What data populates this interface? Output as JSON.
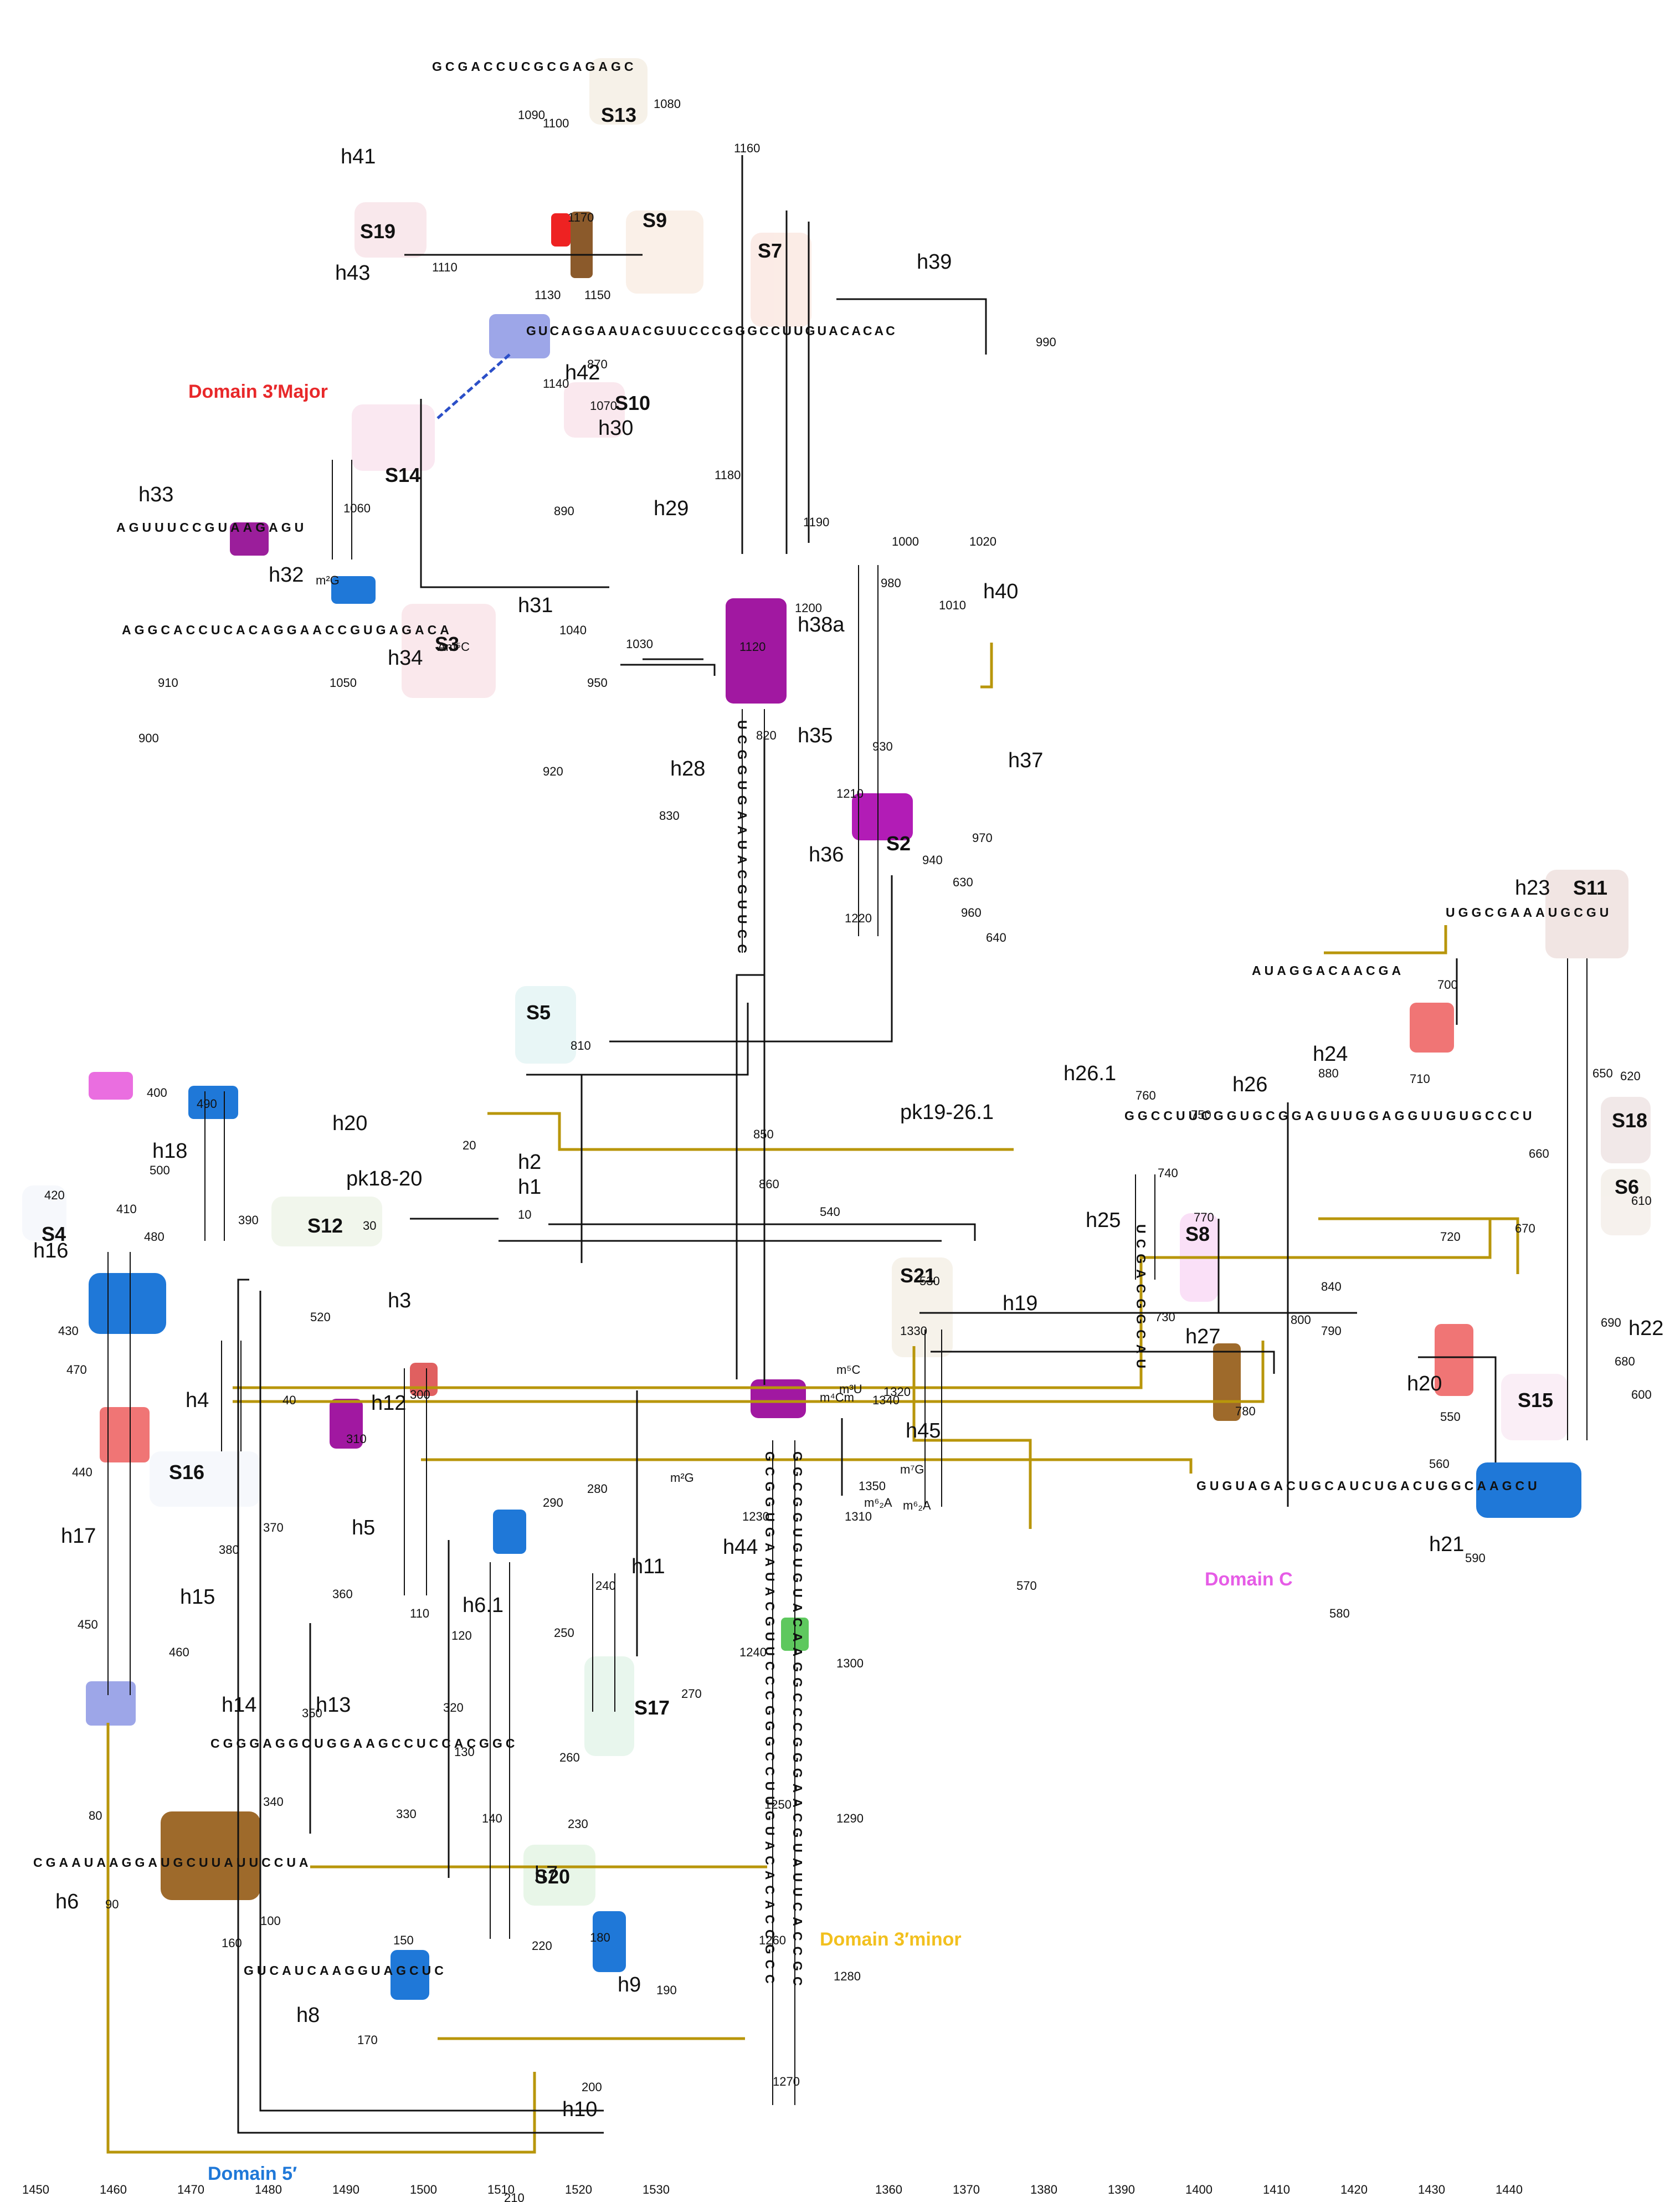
{
  "domains": [
    {
      "label": "Domain 3′Major",
      "color": "#e8282a"
    },
    {
      "label": "Domain C",
      "color": "#e65ce6"
    },
    {
      "label": "Domain 3′minor",
      "color": "#f2c01e"
    },
    {
      "label": "Domain 5′",
      "color": "#1f78d8"
    }
  ],
  "helices": [
    "h1",
    "h2",
    "h3",
    "h4",
    "h5",
    "h6",
    "h6.1",
    "h7",
    "h8",
    "h9",
    "h10",
    "h11",
    "h12",
    "h13",
    "h14",
    "h15",
    "h16",
    "h17",
    "h18",
    "h19",
    "h20",
    "h20",
    "h21",
    "h22",
    "h23",
    "h24",
    "h25",
    "h26",
    "h26.1",
    "h27",
    "h28",
    "h29",
    "h30",
    "h31",
    "h32",
    "h33",
    "h34",
    "h35",
    "h36",
    "h37",
    "h38a",
    "h39",
    "h40",
    "h41",
    "h42",
    "h43",
    "h44",
    "h45",
    "pk18-20",
    "pk19-26.1"
  ],
  "proteins": [
    "S2",
    "S3",
    "S4",
    "S5",
    "S6",
    "S7",
    "S8",
    "S9",
    "S10",
    "S11",
    "S12",
    "S13",
    "S14",
    "S15",
    "S16",
    "S17",
    "S18",
    "S19",
    "S20",
    "S21"
  ],
  "positions": [
    "10",
    "20",
    "30",
    "40",
    "80",
    "90",
    "100",
    "110",
    "120",
    "130",
    "140",
    "150",
    "160",
    "170",
    "180",
    "190",
    "200",
    "210",
    "220",
    "230",
    "240",
    "250",
    "260",
    "270",
    "280",
    "290",
    "300",
    "310",
    "320",
    "330",
    "340",
    "350",
    "360",
    "370",
    "380",
    "390",
    "400",
    "410",
    "420",
    "430",
    "440",
    "450",
    "460",
    "470",
    "480",
    "490",
    "500",
    "520",
    "530",
    "540",
    "550",
    "560",
    "570",
    "580",
    "590",
    "600",
    "610",
    "620",
    "630",
    "640",
    "650",
    "660",
    "670",
    "680",
    "690",
    "700",
    "710",
    "720",
    "730",
    "740",
    "750",
    "760",
    "770",
    "780",
    "790",
    "800",
    "810",
    "820",
    "830",
    "840",
    "850",
    "860",
    "870",
    "880",
    "890",
    "900",
    "910",
    "920",
    "930",
    "940",
    "950",
    "960",
    "970",
    "980",
    "990",
    "1000",
    "1010",
    "1020",
    "1030",
    "1040",
    "1050",
    "1060",
    "1070",
    "1080",
    "1090",
    "1100",
    "1110",
    "1120",
    "1130",
    "1140",
    "1150",
    "1160",
    "1170",
    "1180",
    "1190",
    "1200",
    "1210",
    "1220",
    "1230",
    "1240",
    "1250",
    "1260",
    "1270",
    "1280",
    "1290",
    "1300",
    "1310",
    "1320",
    "1330",
    "1340",
    "1350",
    "1360",
    "1370",
    "1380",
    "1390",
    "1400",
    "1410",
    "1420",
    "1430",
    "1440",
    "1450",
    "1460",
    "1470",
    "1480",
    "1490",
    "1500",
    "1510",
    "1520",
    "1530"
  ],
  "modifications": [
    "m²G",
    "m⁵C",
    "m⁴Cm",
    "m³U",
    "m⁷G",
    "m²G",
    "Am⁵C",
    "m⁶₂A",
    "m⁶₂A"
  ],
  "sequences": {
    "h44_5p": "GCGGUGAAUACGUUCCCGGGCCUUGUACACACCGCC",
    "h44_3p": "GGCGGUGUGUACAAGGCCCGGGAACGUAUUCACCGC",
    "h28": "UCGGUGAAUACGUUCC",
    "h41_top": "GCGACCUCGCGAGAGC",
    "h42": "GUCAGGAAUACGUUCCCGGGCCUUGUACACAC",
    "h33": "AGUUUCCGUAAGAGU",
    "h34": "AGGCACCUCACAGGAACCGUGAGACA",
    "h26": "GGCCUUCGGUGCGGAGUUGGAGGUUGUGCCCU",
    "h23": "UGGCGAAAUGCGU",
    "h6": "CGAAUAAGGAUGCUUAUUCCUA",
    "h8": "GUCAUCAAGGUAGCUC",
    "h14": "CGGGAGGCUGGAAGCCUCCACGGC",
    "h21": "GUGUAGACUGCAUCUGACUGGCAAGCU",
    "h24": "AUAGGACAACGA",
    "h25": "UCGACGGCAU"
  }
}
